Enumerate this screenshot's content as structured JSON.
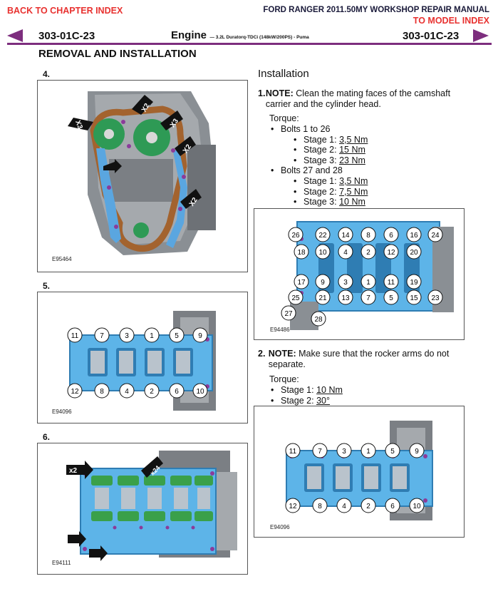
{
  "header": {
    "back_link": "BACK TO CHAPTER INDEX",
    "manual_title": "FORD RANGER 2011.50MY WORKSHOP REPAIR MANUAL",
    "model_link": "TO MODEL INDEX",
    "page_code_left": "303-01C-23",
    "page_code_right": "303-01C-23",
    "section": "Engine",
    "section_sub": "— 3.2L Duratorq-TDCi (148kW/200PS) - Puma",
    "accent_color": "#7d2e7e"
  },
  "doc_title": "REMOVAL AND INSTALLATION",
  "left_steps": [
    {
      "no": "4.",
      "fig": "E95464",
      "labels": [
        "X3",
        "X2",
        "X3",
        "X2",
        "X2"
      ]
    },
    {
      "no": "5.",
      "fig": "E94096"
    },
    {
      "no": "6.",
      "fig": "E94111",
      "labels": [
        "x2",
        "x24"
      ]
    }
  ],
  "right": {
    "heading": "Installation",
    "step1": {
      "no": "1.",
      "note_label": "NOTE:",
      "note_text": "Clean the mating faces of the camshaft carrier and the cylinder head.",
      "torque_label": "Torque:",
      "group1": "Bolts 1 to 26",
      "g1": [
        {
          "label": "Stage 1:",
          "value": "3,5 Nm"
        },
        {
          "label": "Stage 2:",
          "value": "15 Nm"
        },
        {
          "label": "Stage 3:",
          "value": "23 Nm"
        }
      ],
      "group2": "Bolts 27 and 28",
      "g2": [
        {
          "label": "Stage 1:",
          "value": "3,5 Nm"
        },
        {
          "label": "Stage 2:",
          "value": "7,5 Nm"
        },
        {
          "label": "Stage 3:",
          "value": "10 Nm"
        }
      ],
      "fig": "E94486"
    },
    "step2": {
      "no": "2.",
      "note_label": "NOTE:",
      "note_text": "Make sure that the rocker arms do not separate.",
      "torque_label": "Torque:",
      "stages": [
        {
          "label": "Stage 1:",
          "value": "10 Nm"
        },
        {
          "label": "Stage 2:",
          "value": "30°"
        }
      ],
      "fig": "E94096"
    }
  },
  "diagram5": {
    "top": [
      "11",
      "7",
      "3",
      "1",
      "5",
      "9"
    ],
    "bottom": [
      "12",
      "8",
      "4",
      "2",
      "6",
      "10"
    ]
  },
  "diagram1": {
    "row1": [
      "26",
      "22",
      "14",
      "8",
      "6",
      "16",
      "24"
    ],
    "row2": [
      "18",
      "10",
      "4",
      "2",
      "12",
      "20"
    ],
    "row3": [
      "17",
      "9",
      "3",
      "1",
      "11",
      "19"
    ],
    "row4": [
      "25",
      "21",
      "13",
      "7",
      "5",
      "15",
      "23"
    ],
    "extra": [
      "27",
      "28"
    ]
  }
}
